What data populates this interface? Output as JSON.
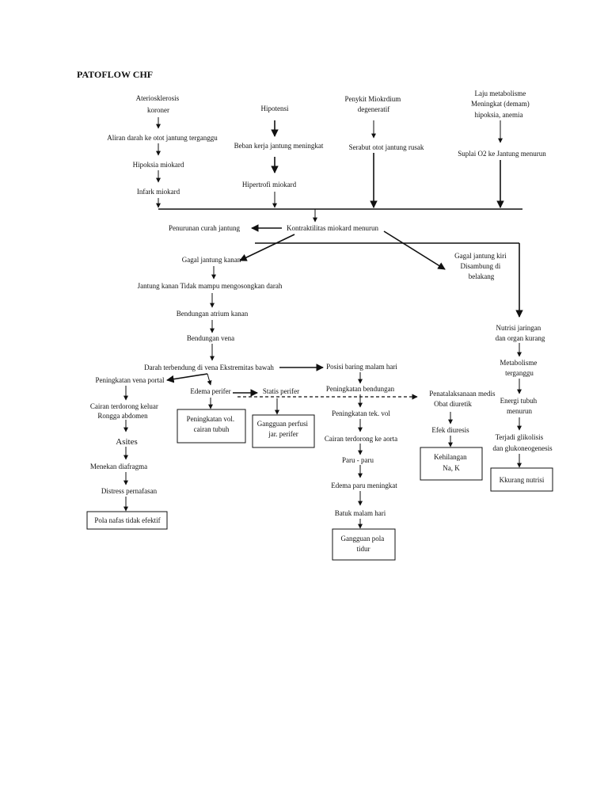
{
  "title": "PATOFLOW CHF",
  "nodes": {
    "aterosklerosis": [
      "Ateriosklerosis",
      "koroner"
    ],
    "aliran_darah": [
      "Aliran darah ke otot jantung terganggu"
    ],
    "hipoksia_miokard": [
      "Hipoksia miokard"
    ],
    "infark_miokard": [
      "Infark miokard"
    ],
    "hipotensi": [
      "Hipotensi"
    ],
    "beban_kerja": [
      "Beban kerja jantung meningkat"
    ],
    "hipertrofi": [
      "Hipertrofi miokard"
    ],
    "penyakit_miokardium": [
      "Penykit Miokrdium",
      "degeneratif"
    ],
    "serabut_otot": [
      "Serabut otot jantung rusak"
    ],
    "laju_metabolisme": [
      "Laju metabolisme",
      "Meningkat (demam)",
      "hipoksia, anemia"
    ],
    "suplai_o2": [
      "Suplai O2 ke Jantung menurun"
    ],
    "penurunan_curah": [
      "Penurunan curah  jantung"
    ],
    "kontraktilitas": [
      "Kontraktilitas miokard menurun"
    ],
    "gagal_kanan": [
      "Gagal jantung kanan"
    ],
    "gagal_kiri": [
      "Gagal jantung kiri",
      "Disambung di",
      "belakang"
    ],
    "tidak_mampu": [
      "Jantung kanan Tidak mampu mengosongkan darah"
    ],
    "bendungan_atrium": [
      "Bendungan atrium kanan"
    ],
    "bendungan_vena": [
      "Bendungan vena"
    ],
    "darah_terbendung": [
      "Darah terbendung di vena Ekstremitas bawah"
    ],
    "peningkatan_portal": [
      "Peningkatan vena portal"
    ],
    "cairan_abdomen": [
      "Cairan terdorong keluar",
      "Rongga abdomen"
    ],
    "asites": [
      "Asites"
    ],
    "menekan_diafragma": [
      "Menekan diafragma"
    ],
    "distress": [
      "Distress pernafasan"
    ],
    "pola_nafas": [
      "Pola nafas tidak efektif"
    ],
    "edema_perifer": [
      "Edema perifer"
    ],
    "peningkatan_vol": [
      "Peningkatan vol.",
      "cairan tubuh"
    ],
    "statis_perifer": [
      "Statis perifer"
    ],
    "gangguan_perfusi": [
      "Gangguan perfusi",
      "jar. perifer"
    ],
    "posisi_baring": [
      "Posisi baring malam hari"
    ],
    "peningkatan_bendungan": [
      "Peningkatan bendungan"
    ],
    "peningkatan_tek": [
      "Peningkatan tek. vol"
    ],
    "cairan_aorta": [
      "Cairan terdorong ke aorta"
    ],
    "paru": [
      "Paru - paru"
    ],
    "edema_paru": [
      "Edema paru meningkat"
    ],
    "batuk": [
      "Batuk malam hari"
    ],
    "gangguan_tidur": [
      "Gangguan pola",
      "tidur"
    ],
    "penatalaksanaan": [
      "Penatalaksanaan medis",
      "Obat diuretik"
    ],
    "efek_diuresis": [
      "Efek diuresis"
    ],
    "kehilangan": [
      "Kehilangan",
      "Na, K"
    ],
    "nutrisi_jaringan": [
      "Nutrisi jaringan",
      "dan organ kurang"
    ],
    "metabolisme": [
      "Metabolisme",
      "terganggu"
    ],
    "energi": [
      "Energi tubuh",
      "menurun"
    ],
    "glikolisis": [
      "Terjadi glikolisis",
      "dan glukoneogenesis"
    ],
    "kkurang_nutrisi": [
      "Kkurang nutrisi"
    ]
  }
}
